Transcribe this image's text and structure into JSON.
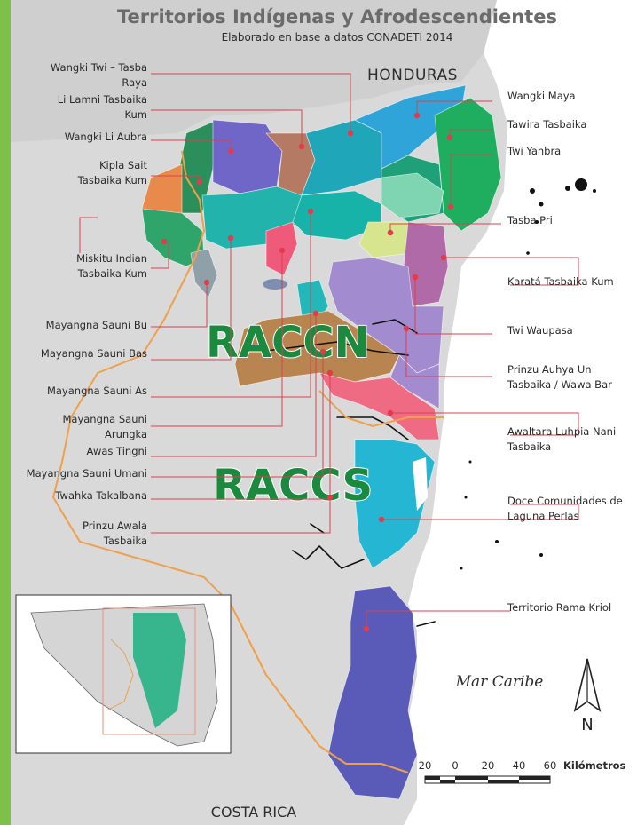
{
  "title": "Territorios Indígenas y Afrodescendientes",
  "subtitle": "Elaborado en base a datos CONADETI 2014",
  "places": {
    "honduras": "HONDURAS",
    "costa_rica": "COSTA RICA",
    "mar_caribe": "Mar Caribe",
    "raccn": "RACCN",
    "raccs": "RACCS"
  },
  "north_arrow": "N",
  "scale": {
    "ticks": [
      "20",
      "0",
      "20",
      "40",
      "60"
    ],
    "unit": "Kilómetros"
  },
  "colors": {
    "frame_green": "#7dc14a",
    "ocean": "#ffffff",
    "land": "#d8d8d8",
    "marker": "#e23b4c",
    "region_label": "#1b8a3f"
  },
  "territories_left": [
    [
      "Wangki Twi – Tasba",
      "Raya"
    ],
    [
      "Li Lamni Tasbaika",
      "Kum"
    ],
    [
      "Wangki Li Aubra"
    ],
    [
      "Kipla Sait",
      "Tasbaika Kum"
    ],
    [
      "Miskitu Indian",
      "Tasbaika Kum"
    ],
    [
      "Mayangna Sauni Bu"
    ],
    [
      "Mayangna Sauni Bas"
    ],
    [
      "Mayangna Sauni As"
    ],
    [
      "Mayangna Sauni",
      "Arungka"
    ],
    [
      "Awas Tingni"
    ],
    [
      "Mayangna Sauni Umani"
    ],
    [
      "Twahka Takalbana"
    ],
    [
      "Prinzu Awala",
      "Tasbaika"
    ]
  ],
  "territories_right": [
    [
      "Wangki Maya"
    ],
    [
      "Tawira Tasbaika"
    ],
    [
      "Twi Yahbra"
    ],
    [
      "Tasba Pri"
    ],
    [
      "Karatá Tasbaika Kum"
    ],
    [
      "Twi Waupasa"
    ],
    [
      "Prinzu Auhya Un",
      "Tasbaika / Wawa Bar"
    ],
    [
      "Awaltara Luhpia Nani",
      "Tasbaika"
    ],
    [
      "Doce Comunidades de",
      "Laguna Perlas"
    ],
    [
      "Territorio Rama Kriol"
    ]
  ]
}
